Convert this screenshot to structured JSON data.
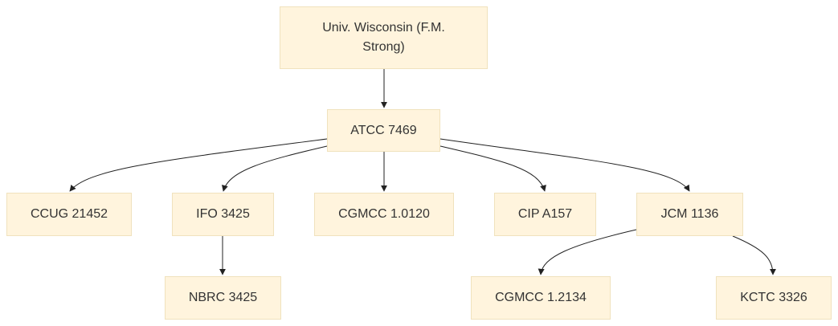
{
  "nodes": {
    "root": "Univ. Wisconsin (F.M. Strong)",
    "atcc": "ATCC 7469",
    "ccug": "CCUG 21452",
    "ifo": "IFO 3425",
    "cgmcc1": "CGMCC 1.0120",
    "cip": "CIP A157",
    "jcm": "JCM 1136",
    "nbrc": "NBRC 3425",
    "cgmcc2": "CGMCC 1.2134",
    "kctc": "KCTC 3326"
  },
  "edges": [
    {
      "from": "root",
      "to": "atcc"
    },
    {
      "from": "atcc",
      "to": "ccug"
    },
    {
      "from": "atcc",
      "to": "ifo"
    },
    {
      "from": "atcc",
      "to": "cgmcc1"
    },
    {
      "from": "atcc",
      "to": "cip"
    },
    {
      "from": "atcc",
      "to": "jcm"
    },
    {
      "from": "ifo",
      "to": "nbrc"
    },
    {
      "from": "jcm",
      "to": "cgmcc2"
    },
    {
      "from": "jcm",
      "to": "kctc"
    }
  ]
}
